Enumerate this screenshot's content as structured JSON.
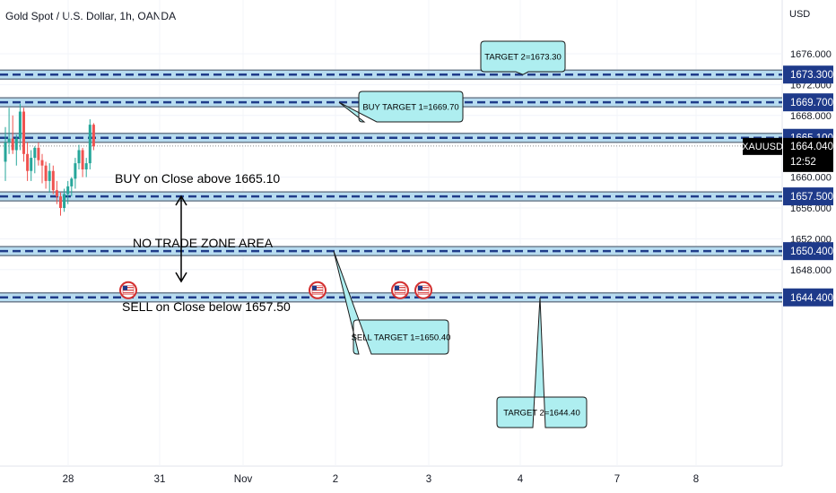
{
  "header": {
    "title": "Gold Spot / U.S. Dollar, 1h, OANDA",
    "currency": "USD"
  },
  "colors": {
    "level_line": "#1f3c8a",
    "level_band": "#b7dcf0",
    "label_box": "#1e3a8a",
    "callout_fill": "#aeeef0",
    "bull": "#26a69a",
    "bear": "#ef5350",
    "symbol_tag": "#000000"
  },
  "chart_data": {
    "type": "candlestick",
    "symbol": "XAUUSD",
    "last_price": "1664.040",
    "countdown": "12:52",
    "y_ticks": [
      "1676.000",
      "1672.000",
      "1668.000",
      "1660.000",
      "1656.000",
      "1652.000",
      "1648.000"
    ],
    "x_ticks": [
      "28",
      "31",
      "Nov",
      "2",
      "3",
      "4",
      "7",
      "8"
    ],
    "levels": [
      {
        "price": 1673.3,
        "label": "1673.300"
      },
      {
        "price": 1669.7,
        "label": "1669.700"
      },
      {
        "price": 1665.1,
        "label": "1665.100"
      },
      {
        "price": 1657.5,
        "label": "1657.500"
      },
      {
        "price": 1650.4,
        "label": "1650.400"
      },
      {
        "price": 1644.4,
        "label": "1644.400"
      }
    ],
    "annotations": {
      "buy_text": "BUY on Close above 1665.10",
      "no_trade_text": "NO TRADE ZONE AREA",
      "sell_text": "SELL on Close below 1657.50"
    },
    "callouts": [
      {
        "text": "TARGET 2=1673.30",
        "level": 1673.3
      },
      {
        "text": "BUY TARGET 1=1669.70",
        "level": 1669.7
      },
      {
        "text": "SELL TARGET 1=1650.40",
        "level": 1650.4
      },
      {
        "text": "TARGET 2=1644.40",
        "level": 1644.4
      }
    ],
    "candles": [
      {
        "o": 1662.0,
        "h": 1666.5,
        "l": 1659.5,
        "c": 1664.5
      },
      {
        "o": 1664.5,
        "h": 1669.0,
        "l": 1663.0,
        "c": 1665.0
      },
      {
        "o": 1665.0,
        "h": 1668.0,
        "l": 1663.0,
        "c": 1663.5
      },
      {
        "o": 1663.5,
        "h": 1665.5,
        "l": 1661.5,
        "c": 1665.0
      },
      {
        "o": 1665.0,
        "h": 1669.5,
        "l": 1663.5,
        "c": 1668.5
      },
      {
        "o": 1668.5,
        "h": 1669.0,
        "l": 1662.0,
        "c": 1663.0
      },
      {
        "o": 1663.0,
        "h": 1664.5,
        "l": 1659.5,
        "c": 1660.8
      },
      {
        "o": 1660.8,
        "h": 1663.5,
        "l": 1659.5,
        "c": 1662.5
      },
      {
        "o": 1662.5,
        "h": 1664.0,
        "l": 1660.5,
        "c": 1663.8
      },
      {
        "o": 1663.8,
        "h": 1664.5,
        "l": 1661.5,
        "c": 1662.2
      },
      {
        "o": 1662.2,
        "h": 1663.0,
        "l": 1659.2,
        "c": 1661.5
      },
      {
        "o": 1661.5,
        "h": 1662.0,
        "l": 1658.5,
        "c": 1659.5
      },
      {
        "o": 1659.5,
        "h": 1661.8,
        "l": 1658.0,
        "c": 1660.8
      },
      {
        "o": 1660.8,
        "h": 1661.5,
        "l": 1657.8,
        "c": 1658.3
      },
      {
        "o": 1658.3,
        "h": 1659.5,
        "l": 1656.5,
        "c": 1657.5
      },
      {
        "o": 1657.5,
        "h": 1658.0,
        "l": 1655.0,
        "c": 1656.0
      },
      {
        "o": 1656.0,
        "h": 1658.5,
        "l": 1655.5,
        "c": 1657.8
      },
      {
        "o": 1657.8,
        "h": 1659.5,
        "l": 1656.5,
        "c": 1658.8
      },
      {
        "o": 1658.8,
        "h": 1660.0,
        "l": 1657.5,
        "c": 1659.8
      },
      {
        "o": 1659.8,
        "h": 1662.5,
        "l": 1658.5,
        "c": 1661.8
      },
      {
        "o": 1661.8,
        "h": 1664.2,
        "l": 1661.0,
        "c": 1663.5
      },
      {
        "o": 1663.5,
        "h": 1663.8,
        "l": 1660.0,
        "c": 1661.0
      },
      {
        "o": 1661.0,
        "h": 1662.5,
        "l": 1660.0,
        "c": 1661.8
      },
      {
        "o": 1661.8,
        "h": 1667.5,
        "l": 1661.0,
        "c": 1666.8
      },
      {
        "o": 1666.8,
        "h": 1667.0,
        "l": 1663.5,
        "c": 1664.0
      }
    ],
    "events": [
      "US",
      "US",
      "US",
      "US"
    ]
  }
}
